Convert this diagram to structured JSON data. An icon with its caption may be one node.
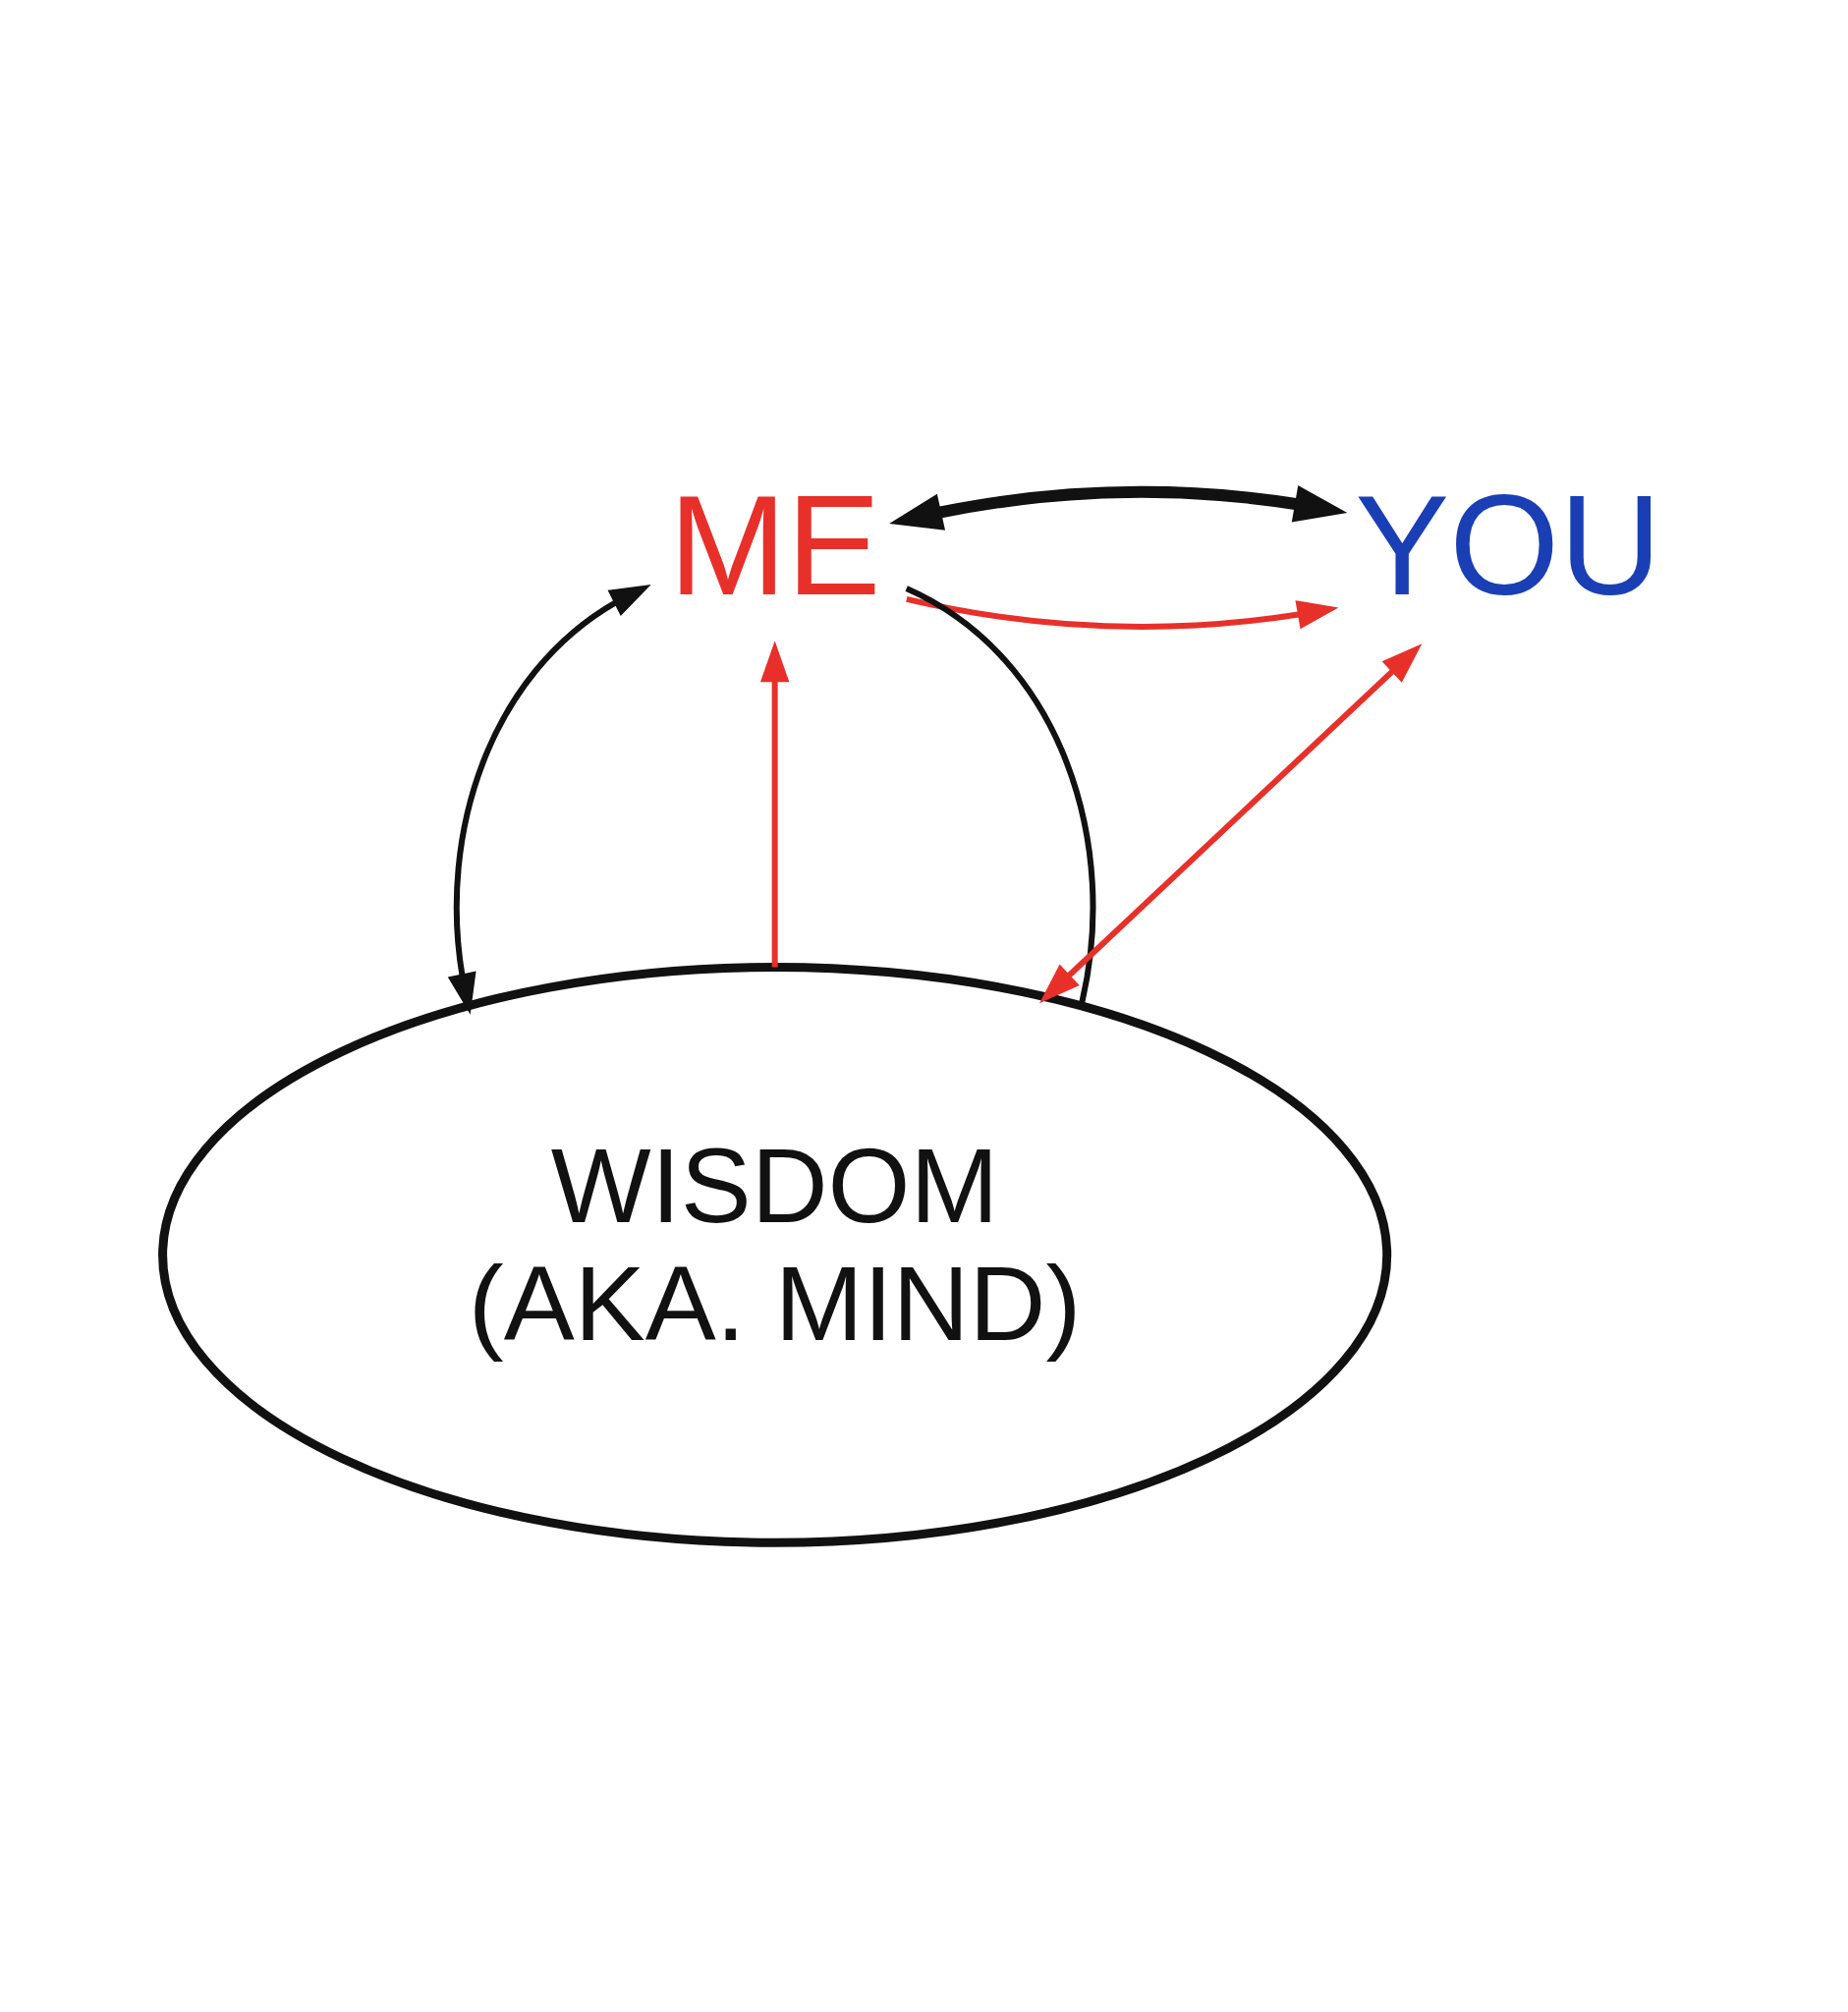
{
  "diagram": {
    "nodes": [
      {
        "text": [
          "ME"
        ]
      },
      {
        "text": [
          "YOU"
        ]
      },
      {
        "text": [
          "WISDOM",
          "(AKA. MIND)"
        ]
      }
    ],
    "edges": [
      {
        "from": 0,
        "to": 1,
        "arrow": "to",
        "color": "#e8302a"
      },
      {
        "from": 0,
        "to": 1,
        "arrow": "both",
        "style": "thick",
        "color": "#111111"
      },
      {
        "from": 2,
        "to": 0,
        "arrow": "to",
        "color": "#e8302a"
      },
      {
        "from": 0,
        "to": 2,
        "arrow": "both",
        "color": "#111111"
      },
      {
        "from": 0,
        "to": 2,
        "arrow": "none",
        "color": "#111111"
      },
      {
        "from": 1,
        "to": 2,
        "arrow": "both",
        "color": "#e8302a"
      }
    ]
  }
}
